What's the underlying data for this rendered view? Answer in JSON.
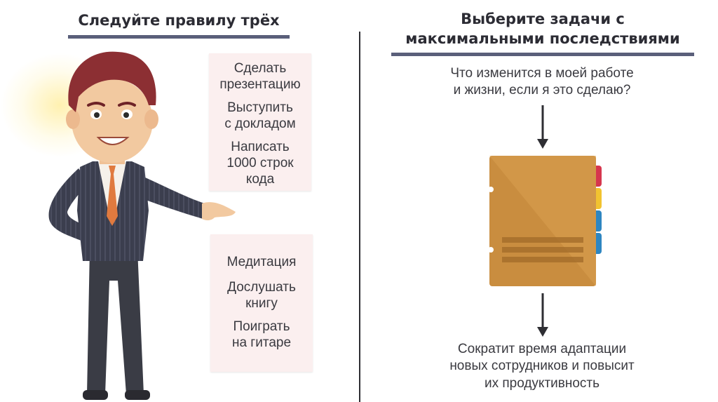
{
  "left": {
    "title": "Следуйте правилу трёх",
    "top_note": {
      "items": [
        "Сделать\nпрезентацию",
        "Выступить\nс докладом",
        "Написать\n1000 строк\nкода"
      ]
    },
    "bottom_note": {
      "items": [
        "Медитация",
        "Дослушать\nкнигу",
        "Поиграть\nна гитаре"
      ]
    }
  },
  "right": {
    "title_line1": "Выберите задачи с",
    "title_line2": "максимальными последствиями",
    "question_line1": "Что изменится в моей работе",
    "question_line2": "и жизни, если я это сделаю?",
    "result_line1": "Сократит время адаптации",
    "result_line2": "новых сотрудников и повысит",
    "result_line3": "их продуктивность"
  },
  "colors": {
    "accent_underline": "#5a5f7a",
    "note_bg": "#fbefef",
    "folder": "#c98d3f",
    "tab_colors": [
      "#d6364e",
      "#f2c330",
      "#2e86c1",
      "#2e86c1"
    ]
  }
}
